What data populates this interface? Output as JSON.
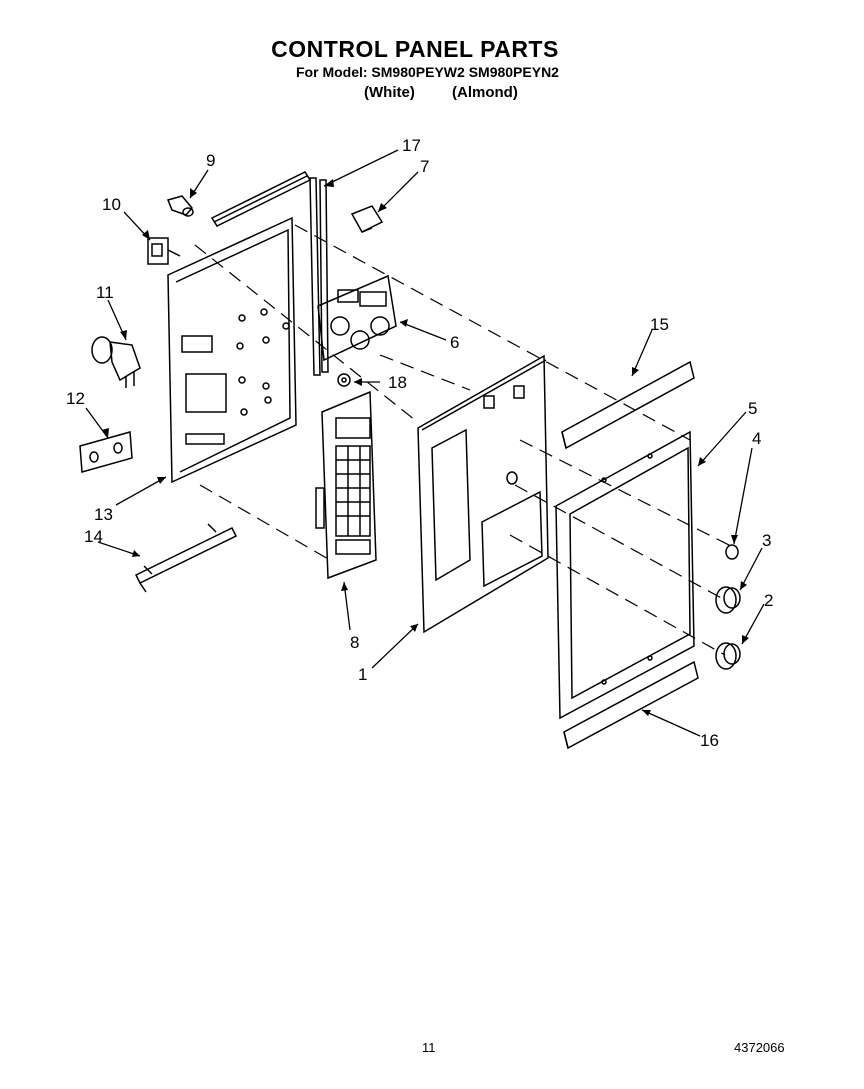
{
  "header": {
    "title": "CONTROL PANEL PARTS",
    "model_line": "For Model: SM980PEYW2 SM980PEYN2",
    "variant_white": "(White)",
    "variant_almond": "(Almond)"
  },
  "callouts": {
    "c1": "1",
    "c2": "2",
    "c3": "3",
    "c4": "4",
    "c5": "5",
    "c6": "6",
    "c7": "7",
    "c8": "8",
    "c9": "9",
    "c10": "10",
    "c11": "11",
    "c12": "12",
    "c13": "13",
    "c14": "14",
    "c15": "15",
    "c16": "16",
    "c17": "17",
    "c18": "18"
  },
  "footer": {
    "page_number": "11",
    "document_number": "4372066"
  }
}
